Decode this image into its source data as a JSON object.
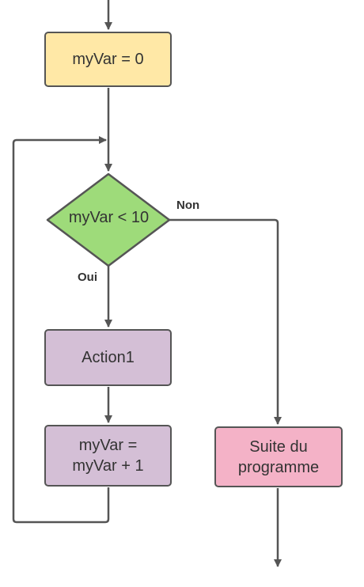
{
  "nodes": {
    "init": {
      "text": "myVar = 0",
      "fill": "#ffe8a6"
    },
    "condition": {
      "text": "myVar < 10",
      "fill": "#9edb7a"
    },
    "action": {
      "text": "Action1",
      "fill": "#d4bfd6"
    },
    "increment": {
      "text": "myVar =\nmyVar + 1",
      "fill": "#d4bfd6"
    },
    "end": {
      "text": "Suite du\nprogramme",
      "fill": "#f4b2c7"
    }
  },
  "edges": {
    "yes_label": "Oui",
    "no_label": "Non"
  },
  "colors": {
    "stroke": "#555555",
    "text": "#333333"
  }
}
